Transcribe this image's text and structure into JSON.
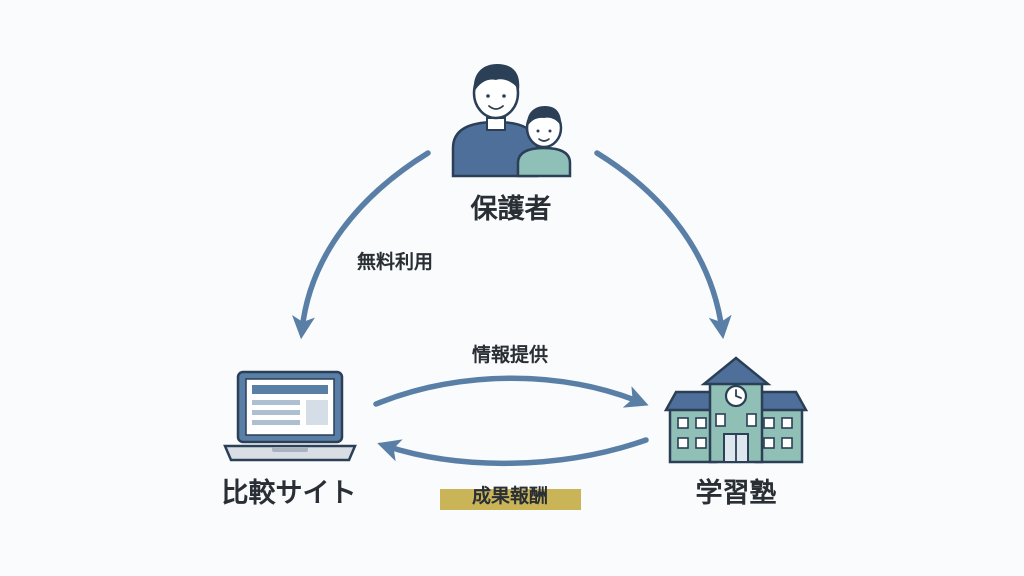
{
  "nodes": {
    "guardian": {
      "label": "保護者"
    },
    "site": {
      "label": "比較サイト"
    },
    "school": {
      "label": "学習塾"
    }
  },
  "flows": {
    "free_use": {
      "label": "無料利用"
    },
    "info_provision": {
      "label": "情報提供"
    },
    "commission": {
      "label": "成果報酬"
    }
  },
  "colors": {
    "arrow": "#5a7fa6",
    "highlight": "#c9b458",
    "person_shirt": "#4d6f99",
    "child_shirt": "#8fc0b8",
    "building": "#8fbfb5",
    "roof": "#4d6f99",
    "text": "#2a2f35"
  }
}
